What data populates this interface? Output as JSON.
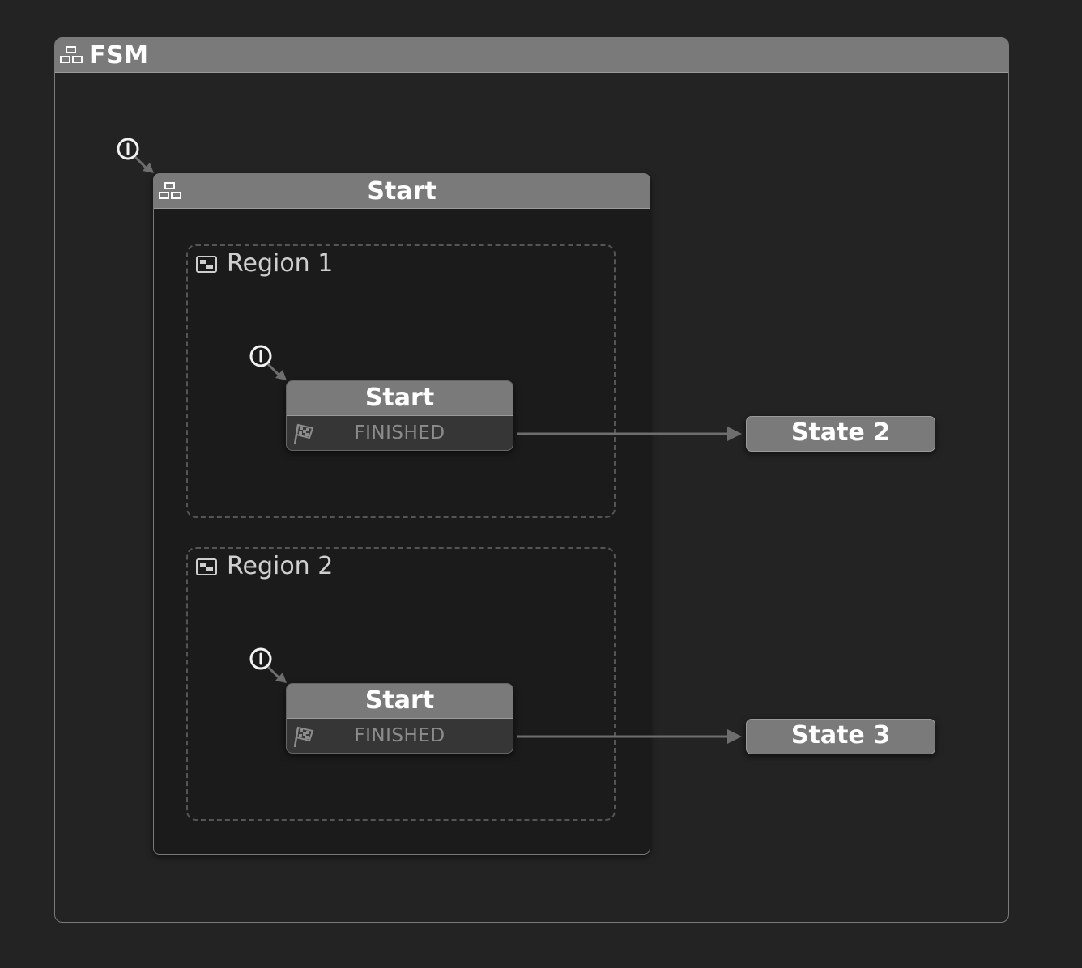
{
  "fsm": {
    "title": "FSM"
  },
  "start_state": {
    "title": "Start",
    "regions": [
      {
        "title": "Region 1",
        "node": {
          "title": "Start",
          "event": "FINISHED"
        }
      },
      {
        "title": "Region 2",
        "node": {
          "title": "Start",
          "event": "FINISHED"
        }
      }
    ]
  },
  "states": [
    {
      "title": "State 2"
    },
    {
      "title": "State 3"
    }
  ],
  "colors": {
    "background": "#232323",
    "header": "#7a7a7a",
    "event_text": "#8c8c8c",
    "transition": "#6e6e6e"
  },
  "icons": {
    "fsm_header": "hierarchy-icon",
    "start_header": "hierarchy-icon",
    "region": "region-icon",
    "initial": "initial-state-icon",
    "event": "checkered-flag-icon"
  }
}
